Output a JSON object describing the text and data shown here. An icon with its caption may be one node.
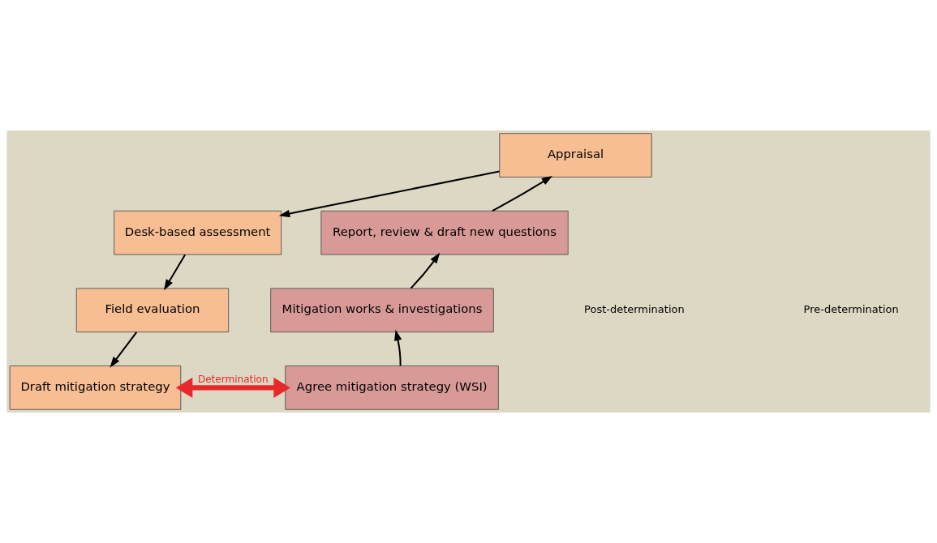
{
  "diagram": {
    "nodes": [
      {
        "text": [
          "Appraisal"
        ]
      },
      {
        "text": [
          "Desk-based assessment"
        ]
      },
      {
        "text": [
          "Field evaluation"
        ]
      },
      {
        "text": [
          "Draft mitigation strategy"
        ]
      },
      {
        "text": [
          "Agree mitigation strategy (WSI)"
        ]
      },
      {
        "text": [
          "Mitigation works & investigations"
        ]
      },
      {
        "text": [
          "Report, review & draft new questions"
        ]
      }
    ],
    "edges": [
      {
        "from": 0,
        "to": 1,
        "arrow": "to"
      },
      {
        "from": 1,
        "to": 2,
        "arrow": "to"
      },
      {
        "from": 2,
        "to": 3,
        "arrow": "to"
      },
      {
        "from": 3,
        "to": 4,
        "arrow": "both",
        "label": "Determination",
        "style": "thick",
        "color": "#e8292b"
      },
      {
        "from": 4,
        "to": 5,
        "arrow": "to"
      },
      {
        "from": 5,
        "to": 6,
        "arrow": "to"
      },
      {
        "from": 6,
        "to": 0,
        "arrow": "to"
      }
    ],
    "labels": [
      "Post-determination",
      "Pre-determination"
    ]
  }
}
